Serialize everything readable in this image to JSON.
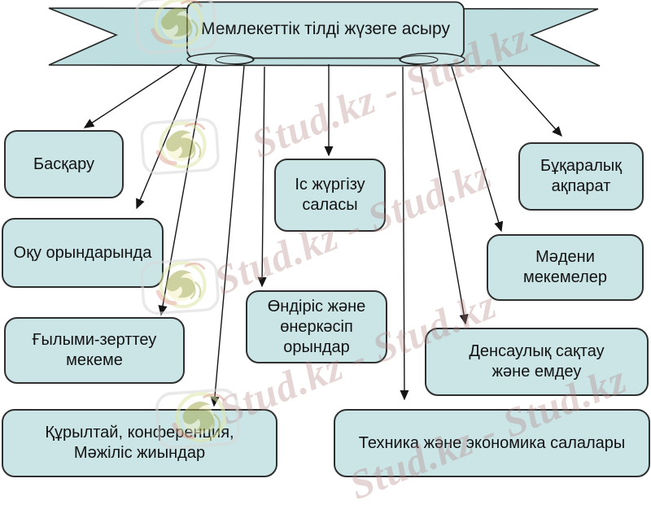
{
  "banner": {
    "title": "Мемлекеттік тілді жүзеге асыру"
  },
  "nodes": [
    {
      "id": "baskaru",
      "label": "Басқару"
    },
    {
      "id": "oqu",
      "label": "Оқу орындарында"
    },
    {
      "id": "gylymi",
      "label": "Ғылыми-зерттеу мекеме"
    },
    {
      "id": "quryltai",
      "label": "Құрылтай, конференция, Мәжіліс жиындар"
    },
    {
      "id": "is-jurgizu",
      "label": "Іс жүргізу саласы"
    },
    {
      "id": "ondiris",
      "label": "Өндіріс және өнеркәсіп орындар"
    },
    {
      "id": "buqaralyq",
      "label": "Бұқаралық ақпарат"
    },
    {
      "id": "madeni",
      "label": "Мәдени мекемелер"
    },
    {
      "id": "densaulyq",
      "label": "Денсаулық сақтау және емдеу"
    },
    {
      "id": "tehnika",
      "label": "Техника және экономика салалары"
    }
  ],
  "watermark": {
    "text": "Stud.kz - Stud.kz",
    "logo_name": "stud-kz-logo"
  },
  "colors": {
    "node_fill": "#cbe5e6",
    "ribbon_fill": "#bfdedf",
    "border": "#2f2f2f",
    "arrow": "#151515",
    "watermark_pink": "rgba(176,128,128,0.33)"
  }
}
